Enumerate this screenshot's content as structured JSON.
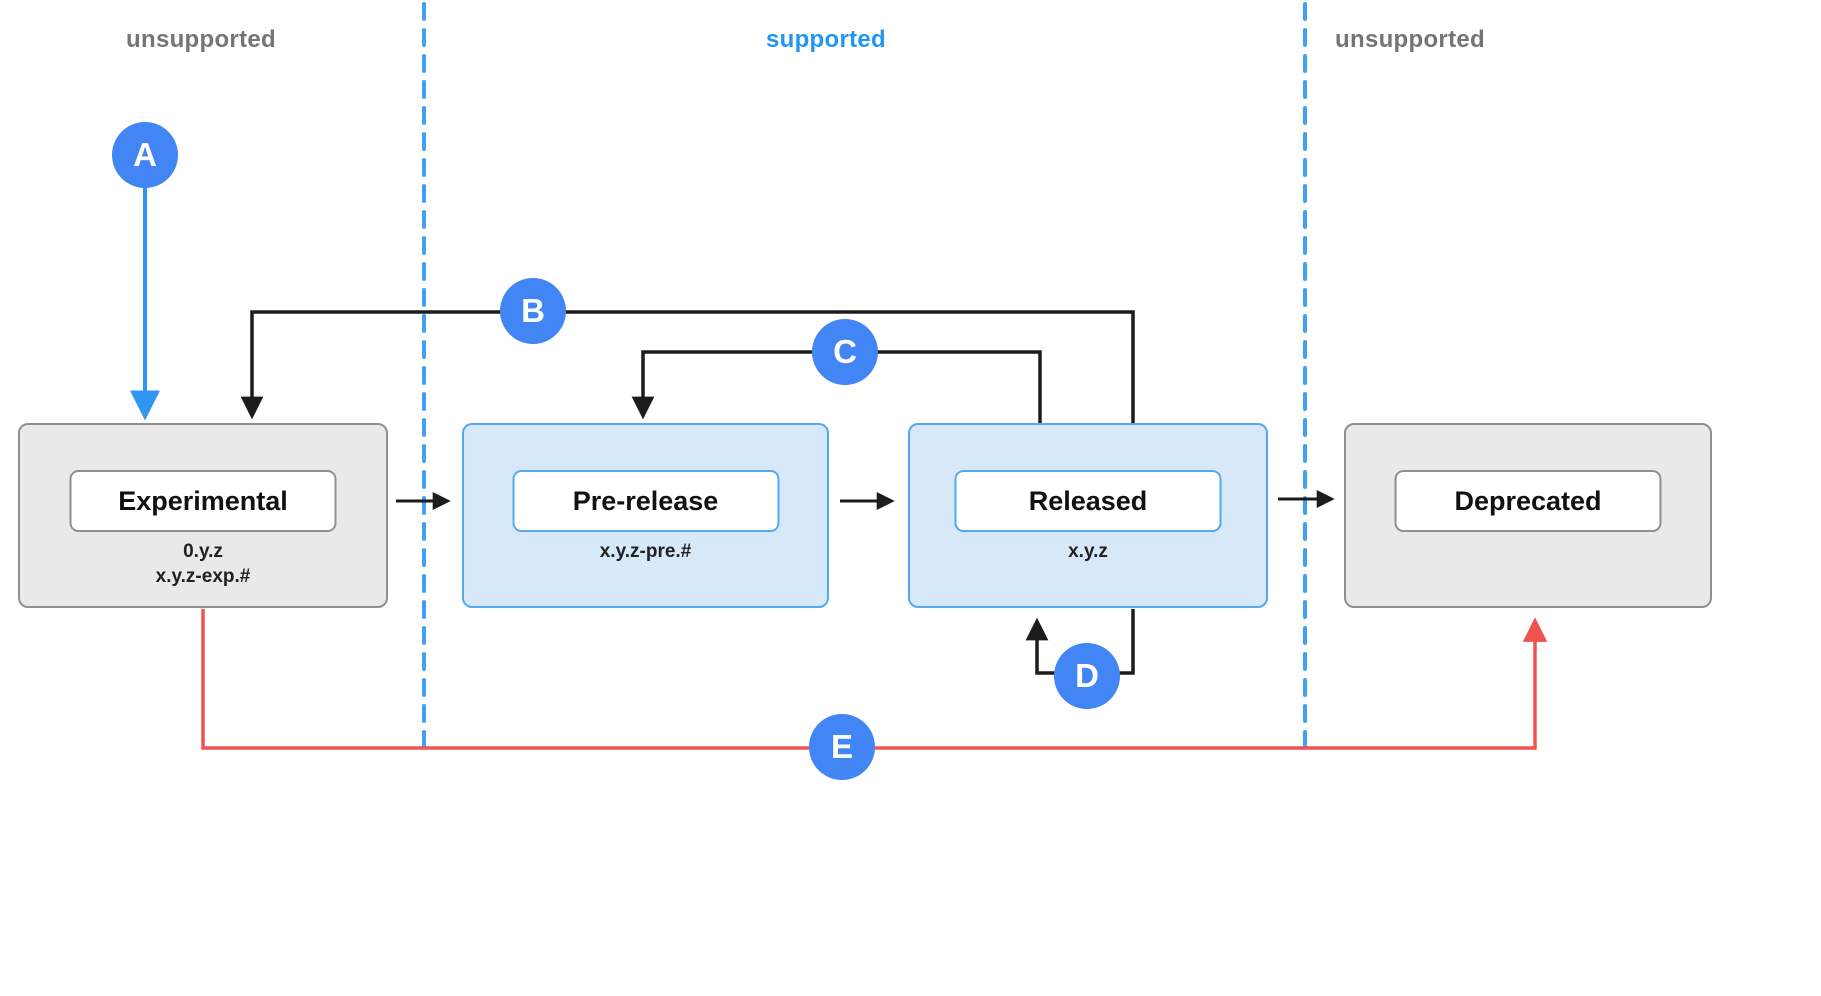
{
  "zones": [
    {
      "label": "unsupported",
      "status": "unsupported"
    },
    {
      "label": "supported",
      "status": "supported"
    },
    {
      "label": "unsupported",
      "status": "unsupported"
    }
  ],
  "stages": [
    {
      "title": "Experimental",
      "versions": [
        "0.y.z",
        "x.y.z-exp.#"
      ],
      "zone": "unsupported",
      "style": "gray"
    },
    {
      "title": "Pre-release",
      "versions": [
        "x.y.z-pre.#"
      ],
      "zone": "supported",
      "style": "blue"
    },
    {
      "title": "Released",
      "versions": [
        "x.y.z"
      ],
      "zone": "supported",
      "style": "blue"
    },
    {
      "title": "Deprecated",
      "versions": [],
      "zone": "unsupported",
      "style": "gray"
    }
  ],
  "markers": [
    {
      "label": "A",
      "arrow_color": "blue"
    },
    {
      "label": "B",
      "arrow_color": "black"
    },
    {
      "label": "C",
      "arrow_color": "black"
    },
    {
      "label": "D",
      "arrow_color": "black"
    },
    {
      "label": "E",
      "arrow_color": "red"
    }
  ],
  "colors": {
    "supported_text": "#2196f3",
    "unsupported_text": "#757575",
    "marker_circle": "#4285f4",
    "boundary_dashed": "#41a0f3",
    "arrow_black": "#1c1c1c",
    "arrow_blue": "#2f97f2",
    "arrow_red": "#ef5350",
    "stage_gray_fill": "#e9e9e9",
    "stage_gray_border": "#8f8f8f",
    "stage_blue_fill": "#d7e8f9",
    "stage_blue_border": "#55a8f0"
  }
}
